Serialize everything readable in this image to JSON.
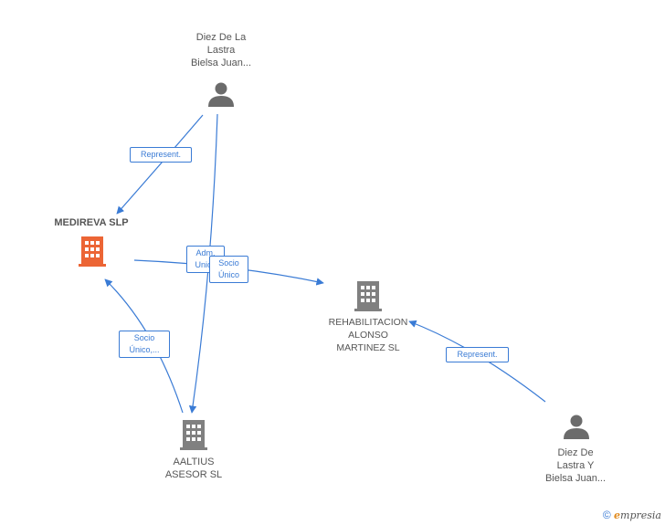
{
  "colors": {
    "edge": "#3a7bd5",
    "company": "#808080",
    "company_highlight": "#ec6535",
    "person": "#6b6b6b",
    "text": "#555555"
  },
  "nodes": {
    "person_top": {
      "label_lines": [
        "Diez De La",
        "Lastra",
        "Bielsa Juan..."
      ],
      "icon": "person-icon"
    },
    "medireva": {
      "label": "MEDIREVA SLP",
      "icon": "building-icon"
    },
    "rehabilitacion": {
      "label_lines": [
        "REHABILITACION",
        "ALONSO",
        "MARTINEZ SL"
      ],
      "icon": "building-icon"
    },
    "aaltius": {
      "label_lines": [
        "AALTIUS",
        "ASESOR SL"
      ],
      "icon": "building-icon"
    },
    "person_right": {
      "label_lines": [
        "Diez De",
        "Lastra Y",
        "Bielsa Juan..."
      ],
      "icon": "person-icon"
    }
  },
  "edges": {
    "represent_top": "Represent.",
    "adm_unico": [
      "Adm.",
      "Unico"
    ],
    "socio_unico_mid": [
      "Socio",
      "Único"
    ],
    "socio_unico_left": [
      "Socio",
      "Único,..."
    ],
    "represent_right": "Represent."
  },
  "footer": {
    "copyright": "©",
    "brand_initial": "e",
    "brand_rest": "mpresia"
  }
}
